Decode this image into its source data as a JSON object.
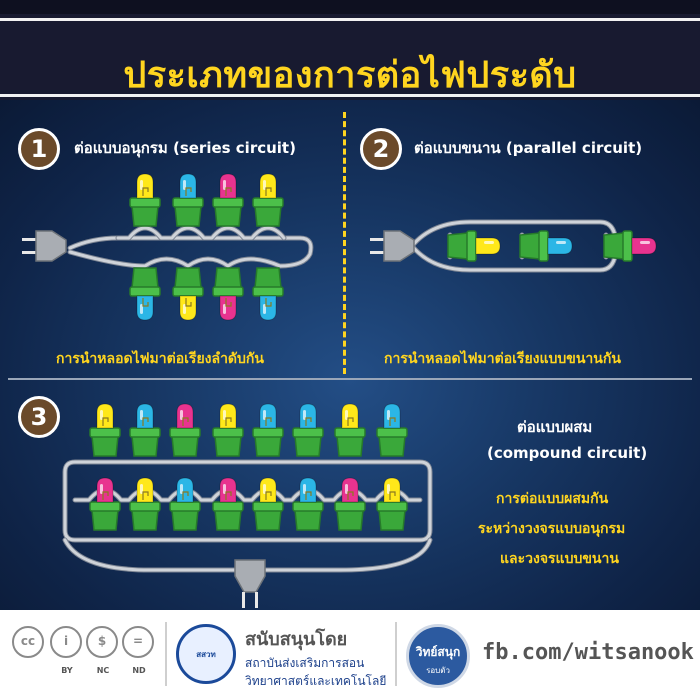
{
  "title": "ประเภทของการต่อไฟประดับ",
  "sections": [
    {
      "number": "1",
      "heading": "ต่อแบบอนุกรม (series circuit)",
      "caption": "การนำหลอดไฟมาต่อเรียงลำดับกัน"
    },
    {
      "number": "2",
      "heading": "ต่อแบบขนาน (parallel circuit)",
      "caption": "การนำหลอดไฟมาต่อเรียงแบบขนานกัน"
    },
    {
      "number": "3",
      "heading_line1": "ต่อแบบผสม",
      "heading_line2": "(compound circuit)",
      "caption_lines": [
        "การต่อแบบผสมกัน",
        "ระหว่างวงจรแบบอนุกรม",
        "และวงจรแบบขนาน"
      ]
    }
  ],
  "footer": {
    "cc": [
      {
        "icon": "cc-icon",
        "glyph": "cc",
        "label": ""
      },
      {
        "icon": "by-icon",
        "glyph": "i",
        "label": "BY"
      },
      {
        "icon": "nc-icon",
        "glyph": "$",
        "label": "NC"
      },
      {
        "icon": "nd-icon",
        "glyph": "=",
        "label": "ND"
      }
    ],
    "logo_text": "สสวท",
    "support_label": "สนับสนุนโดย",
    "institute_line1": "สถาบันส่งเสริมการสอน",
    "institute_line2": "วิทยาศาสตร์และเทคโนโลยี",
    "ws_logo_line1": "วิทย์สนุก",
    "ws_logo_line2": "รอบตัว",
    "facebook": "fb.com/witsanook"
  },
  "colors": {
    "yellow": "#ffe81a",
    "cyan": "#2bb6e6",
    "magenta": "#e8338f",
    "socket": "#3aa83a",
    "socket_dark": "#267a2a",
    "wire": "#cfd3d9",
    "accent": "#ffd51f",
    "badge": "#6b4a2a"
  },
  "diagrams": {
    "series_top": [
      "yellow",
      "cyan",
      "magenta",
      "yellow"
    ],
    "series_bottom": [
      "cyan",
      "yellow",
      "magenta",
      "cyan"
    ],
    "parallel": [
      "yellow",
      "cyan",
      "magenta"
    ],
    "compound_top": [
      "yellow",
      "cyan",
      "magenta",
      "yellow",
      "cyan",
      "cyan",
      "yellow",
      "cyan"
    ],
    "compound_bottom": [
      "magenta",
      "yellow",
      "cyan",
      "magenta",
      "yellow",
      "cyan",
      "magenta",
      "yellow"
    ]
  }
}
